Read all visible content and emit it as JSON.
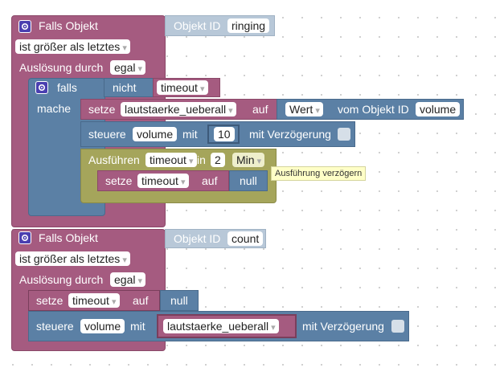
{
  "block1": {
    "header": "Falls Objekt",
    "object_id_label": "Objekt ID",
    "object_id_value": "ringing",
    "condition": "ist größer als letztes",
    "trigger_label": "Auslösung durch",
    "trigger_value": "egal",
    "if_block": {
      "label": "falls",
      "not_label": "nicht",
      "var": "timeout",
      "do_label": "mache",
      "set": {
        "label": "setze",
        "var": "lautstaerke_ueberall",
        "to_label": "auf",
        "value_select": "Wert",
        "from_label": "vom Objekt ID",
        "object": "volume"
      },
      "control": {
        "label": "steuere",
        "target": "volume",
        "with_label": "mit",
        "value": "10",
        "delay_label": "mit Verzögerung"
      },
      "timeout": {
        "label": "Ausführen",
        "var": "timeout",
        "in_label": "in",
        "amount": "2",
        "unit": "Min",
        "tooltip": "Ausführung verzögern",
        "inner": {
          "label": "setze",
          "var": "timeout",
          "to_label": "auf",
          "value": "null"
        }
      }
    }
  },
  "block2": {
    "header": "Falls Objekt",
    "object_id_label": "Objekt ID",
    "object_id_value": "count",
    "condition": "ist größer als letztes",
    "trigger_label": "Auslösung durch",
    "trigger_value": "egal",
    "set": {
      "label": "setze",
      "var": "timeout",
      "to_label": "auf",
      "value": "null"
    },
    "control": {
      "label": "steuere",
      "target": "volume",
      "with_label": "mit",
      "value_var": "lautstaerke_ueberall",
      "delay_label": "mit Verzögerung"
    }
  },
  "icons": {
    "settings": "gear-icon",
    "dropdown": "chevron-down-icon"
  },
  "colors": {
    "event": "#a55b80",
    "control": "#5b80a5",
    "timer": "#a5a55b",
    "value": "#b8c8d8"
  }
}
